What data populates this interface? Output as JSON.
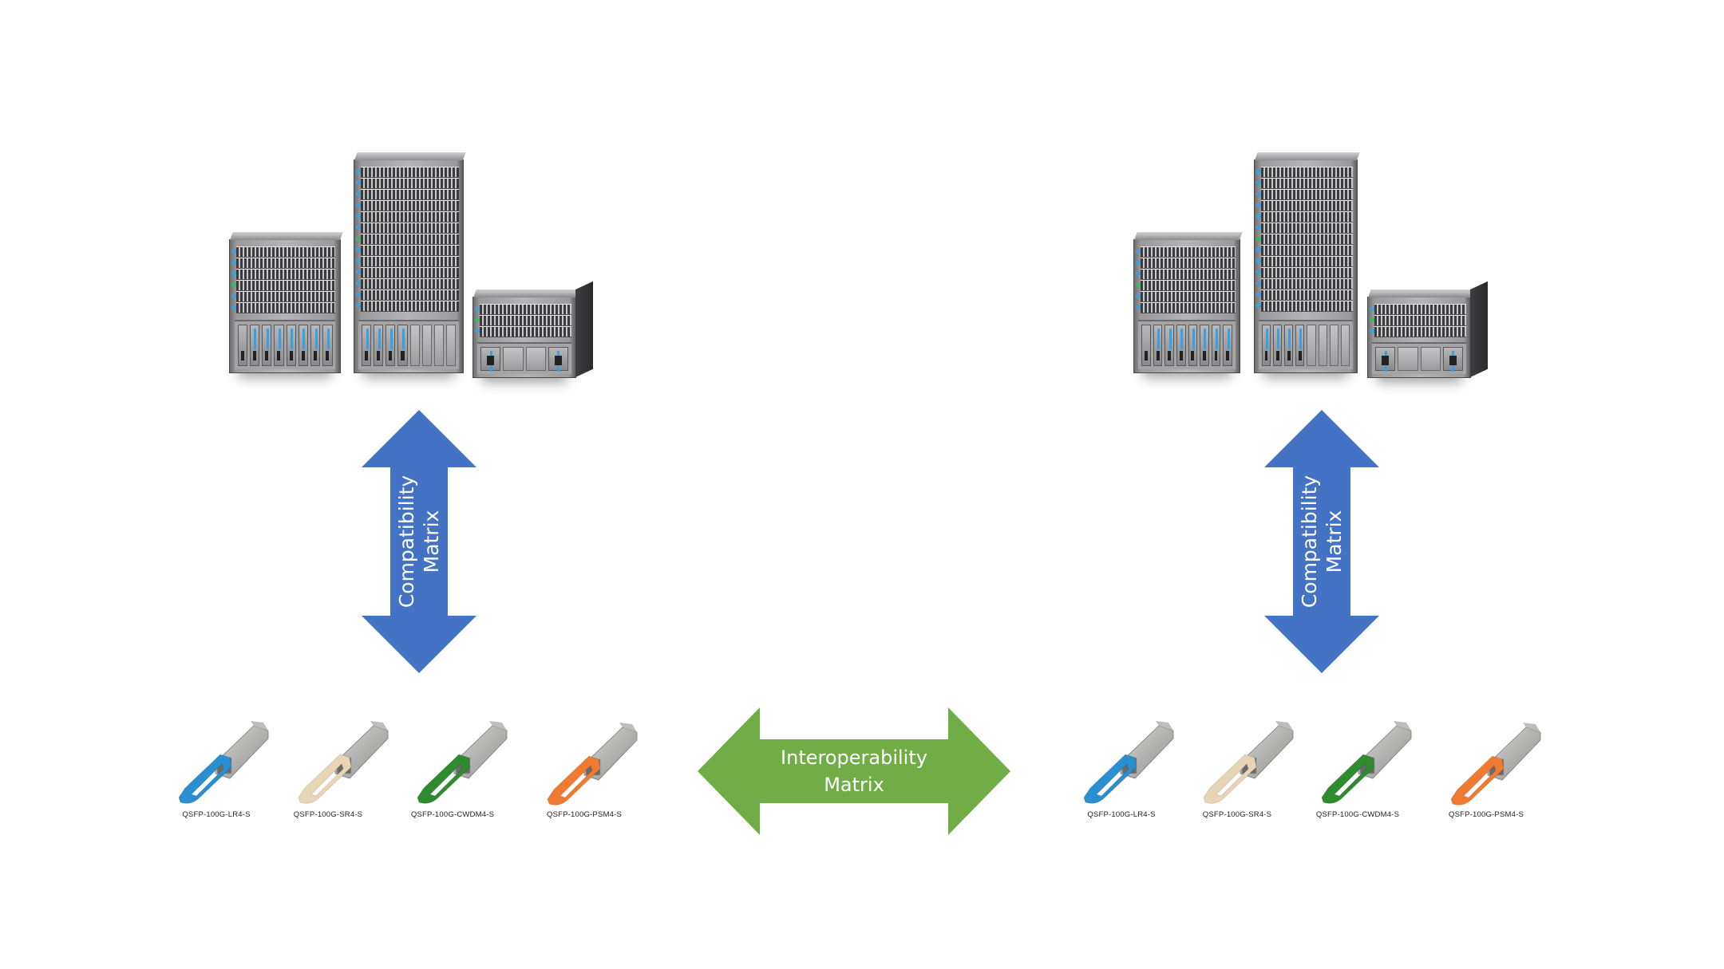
{
  "diagram": {
    "title": "",
    "left_side": {
      "switches": [
        {
          "name": "chassis-medium"
        },
        {
          "name": "chassis-large"
        },
        {
          "name": "chassis-small"
        }
      ],
      "compatibility_arrow": {
        "label_line1": "Compatibility",
        "label_line2": "Matrix",
        "direction": "bidirectional-vertical",
        "color": "#4472C4"
      },
      "transceivers": [
        {
          "label": "QSFP-100G-LR4-S",
          "tab_color": "#2a8fd0"
        },
        {
          "label": "QSFP-100G-SR4-S",
          "tab_color": "#e8d5b5"
        },
        {
          "label": "QSFP-100G-CWDM4-S",
          "tab_color": "#2e8b2e"
        },
        {
          "label": "QSFP-100G-PSM4-S",
          "tab_color": "#f07a30"
        }
      ]
    },
    "interoperability_arrow": {
      "label_line1": "Interoperability",
      "label_line2": "Matrix",
      "direction": "bidirectional-horizontal",
      "color": "#70AD47"
    },
    "right_side": {
      "switches": [
        {
          "name": "chassis-medium"
        },
        {
          "name": "chassis-large"
        },
        {
          "name": "chassis-small"
        }
      ],
      "compatibility_arrow": {
        "label_line1": "Compatibility",
        "label_line2": "Matrix",
        "direction": "bidirectional-vertical",
        "color": "#4472C4"
      },
      "transceivers": [
        {
          "label": "QSFP-100G-LR4-S",
          "tab_color": "#2a8fd0"
        },
        {
          "label": "QSFP-100G-SR4-S",
          "tab_color": "#e8d5b5"
        },
        {
          "label": "QSFP-100G-CWDM4-S",
          "tab_color": "#2e8b2e"
        },
        {
          "label": "QSFP-100G-PSM4-S",
          "tab_color": "#f07a30"
        }
      ]
    }
  }
}
